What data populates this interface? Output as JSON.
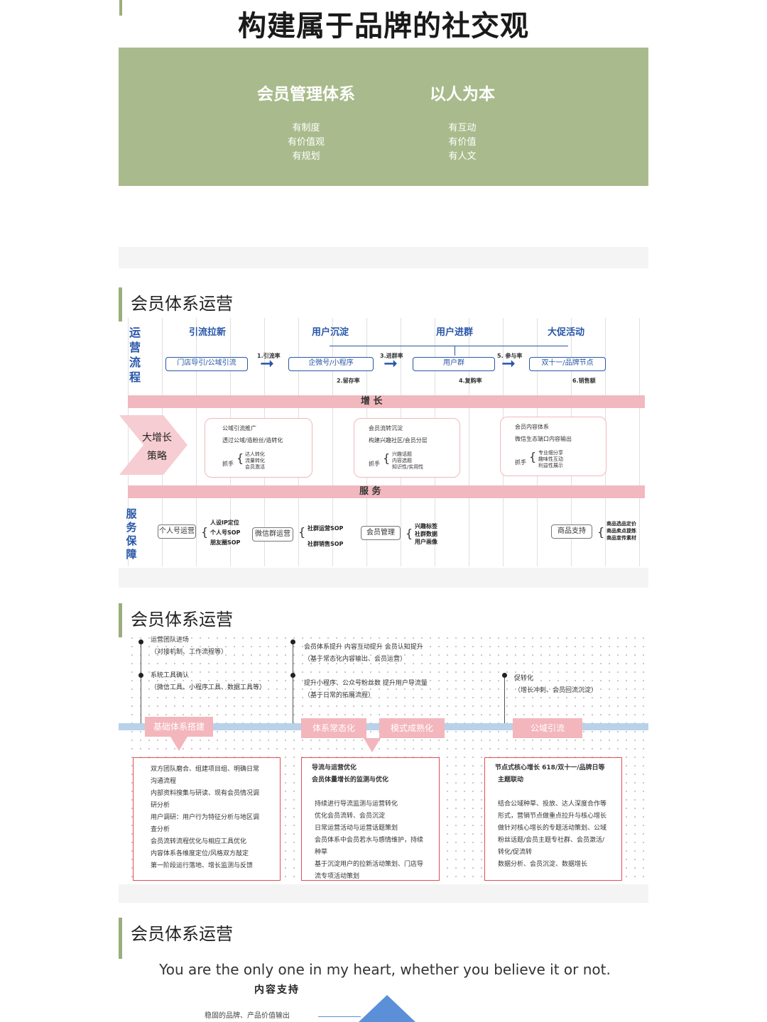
{
  "header": {
    "title": "构建属于品牌的社交观"
  },
  "green_panel": {
    "left": {
      "heading": "会员管理体系",
      "items": [
        "有制度",
        "有价值观",
        "有规划"
      ]
    },
    "right": {
      "heading": "以人为本",
      "items": [
        "有互动",
        "有价值",
        "有人文"
      ]
    }
  },
  "section1": {
    "title": "会员体系运营",
    "flow_label": [
      "运",
      "营",
      "流",
      "程"
    ],
    "stages": [
      "引流拉新",
      "用户沉淀",
      "用户进群",
      "大促活动"
    ],
    "boxes": [
      "门店导引/公域引流",
      "企微号/小程序",
      "用户群",
      "双十一/品牌节点"
    ],
    "rates": [
      "1.引流率",
      "2.留存率",
      "3.进群率",
      "4.复购率",
      "5. 参与率",
      "6.销售额"
    ],
    "growth_band": "增 长",
    "strategy_label": [
      "大增长",
      "策略"
    ],
    "cards": [
      {
        "lines": [
          "公域引流推广",
          "透过公域/造粉丝/造转化"
        ],
        "grab": "抓手",
        "points": [
          "达人转化",
          "流量转化",
          "会员激活"
        ]
      },
      {
        "lines": [
          "会员流转沉淀",
          "构建兴趣社区/会员分层"
        ],
        "grab": "抓手",
        "points": [
          "兴趣话题",
          "内容选题",
          "知识性/实用性"
        ]
      },
      {
        "lines": [
          "会员内容体系",
          "微信生态端口内容输出"
        ],
        "grab": "抓手",
        "points": [
          "专业细分享",
          "趣味性互动",
          "利益性展示"
        ]
      }
    ],
    "service_band": "服 务",
    "service_label": [
      "服",
      "务",
      "保",
      "障"
    ],
    "service_boxes": [
      "个人号运营",
      "微信群运营",
      "会员管理",
      "商品支持"
    ],
    "service_notes": [
      [
        "人设IP定位",
        "个人号SOP",
        "朋友圈SOP"
      ],
      [
        "社群运营SOP",
        "社群销售SOP"
      ],
      [
        "兴趣标签",
        "社群数据",
        "用户画像"
      ],
      [
        "商品选品定价",
        "商品卖点提炼",
        "商品宣传素材"
      ]
    ]
  },
  "section2": {
    "title": "会员体系运营",
    "top_notes": [
      [
        "运营团队进场",
        "（对接机制、工作流程等）"
      ],
      [
        "系统工具确认",
        "（微信工具、小程序工具、数据工具等）"
      ],
      [
        "会员体系提升  内容互动提升  会员认知提升",
        "（基于常态化内容输出、会员运营）"
      ],
      [
        "提升小程序、公众号粉丝数  提升用户导流量",
        "（基于日常的拓展流程）"
      ],
      [
        "促转化",
        "（增长冲刺、会员回流沉淀）"
      ]
    ],
    "phases": [
      "基础体系搭建",
      "体系常态化",
      "模式成熟化",
      "公域引流"
    ],
    "box1": [
      "双方团队磨合、组建项目组、明确日常",
      "沟通流程",
      "内部资料搜集与研读、现有会员情况调",
      "研分析",
      "用户调研：用户行为特征分析与地区调",
      "查分析",
      "会员流转流程优化与相应工具优化",
      "内容体系各维度定位/风格双方敲定",
      "第一阶段运行落地、增长监测与反馈"
    ],
    "box2_head": [
      "导流与运营优化",
      "会员体量增长的监测与优化"
    ],
    "box2": [
      "持续进行导流监测与运营转化",
      "优化会员流转、会员沉淀",
      "日常运营活动与运营话题策划",
      "会员体系中会员若水与感情维护，持续",
      "种草",
      "基于沉淀用户的拉新活动策划、门店导",
      "流专项活动策划"
    ],
    "box3_head": [
      "节点式核心增长 618/双十一/品牌日等",
      "主题联动"
    ],
    "box3": [
      "结合公域种草、投放、达人深度合作等",
      "形式，营销节点做重点拉升与核心增长",
      "做针对核心增长的专题活动策划、公域",
      "粉丝话题/会员主题专社群、会员激活/",
      "转化/促流转",
      "数据分析、会员沉淀、数据增长"
    ]
  },
  "section3": {
    "title": "会员体系运营",
    "tagline": "You are the only one in my heart, whether you believe it or not.",
    "subheading": "内容支持",
    "side_text": "稳固的品牌、产品价值输出"
  },
  "colors": {
    "green": "#a9bb8c",
    "accent_bar": "#9aae7c",
    "blue": "#2756a8",
    "pink": "#f1b8bf",
    "red": "#e24d57",
    "timeline": "#b9d2ea"
  }
}
